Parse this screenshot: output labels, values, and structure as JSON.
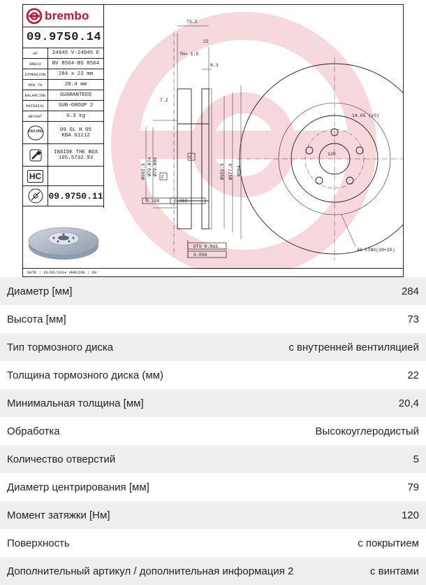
{
  "sheet": {
    "brand": "brembo",
    "part_number": "09.9750.14",
    "rows": [
      {
        "key": "AP",
        "value": "24945 V-24945 E"
      },
      {
        "key": "BRECO",
        "value": "BV 8564-BS 8564"
      },
      {
        "key": "DIMENSION",
        "value": "284 x 22 mm"
      },
      {
        "key": "MIN TH",
        "value": "20.4 mm"
      },
      {
        "key": "BALANCING",
        "value": "GUARANTEED"
      },
      {
        "key": "MATERIAL",
        "value": "SUB-GROUP 2"
      },
      {
        "key": "WEIGHT",
        "value": "6.3 kg"
      }
    ],
    "kba_label": "KBA ABE",
    "kba_line1": "09 GL H 05",
    "kba_line2": "KBA 61112",
    "inside_line1": "INSIDE THE BOX",
    "inside_line2": "105.5732.93",
    "hc_label": "HC",
    "alt_part_number": "09.9750.11",
    "date_line": "DATE : 28/05/2014  VERSION : 00",
    "dims": {
      "d73": "73.2",
      "d22": "22",
      "th": "TH= 1.5",
      "d83": "8.3",
      "d72": "7.2",
      "d1465": "14.65 (x5)",
      "d120": "120",
      "d1623": "Ø162.3",
      "d79074": "Ø79.074",
      "d79000": "Ø79.000",
      "d1519": "Ø151.9",
      "d1775": "Ø177.5",
      "d284": "Ø284",
      "tolC": "C",
      "tolF": "F",
      "tol100": "0.100",
      "tol050": "0.050",
      "dtv": "DTV 0.015",
      "flat": "0.050",
      "fins": "40 FINS(20+20)"
    }
  },
  "specs": [
    {
      "label": "Диаметр [мм]",
      "value": "284"
    },
    {
      "label": "Высота [мм]",
      "value": "73"
    },
    {
      "label": "Тип тормозного диска",
      "value": "с внутренней вентиляцией"
    },
    {
      "label": "Толщина тормозного диска (мм)",
      "value": "22"
    },
    {
      "label": "Минимальная толщина [мм]",
      "value": "20,4"
    },
    {
      "label": "Обработка",
      "value": "Высокоуглеродистый"
    },
    {
      "label": "Количество отверстий",
      "value": "5"
    },
    {
      "label": "Диаметр центрирования [мм]",
      "value": "79"
    },
    {
      "label": "Момент затяжки [Нм]",
      "value": "120"
    },
    {
      "label": "Поверхность",
      "value": "с покрытием"
    },
    {
      "label": "Дополнительный артикул / дополнительная информация 2",
      "value": "с винтами"
    }
  ],
  "colors": {
    "brand_red": "#c8102e",
    "row_alt": "#eeeeee"
  }
}
